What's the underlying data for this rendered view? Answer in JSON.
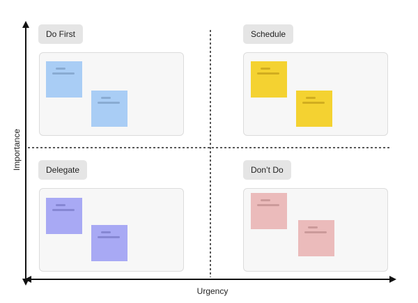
{
  "axes": {
    "x_label": "Urgency",
    "y_label": "Importance"
  },
  "quadrants": [
    {
      "id": "do-first",
      "label": "Do First",
      "note_color": "#a9cdf5",
      "note_line_color": "#6f8fb5"
    },
    {
      "id": "schedule",
      "label": "Schedule",
      "note_color": "#f4d231",
      "note_line_color": "#b48e10"
    },
    {
      "id": "delegate",
      "label": "Delegate",
      "note_color": "#a8a9f4",
      "note_line_color": "#6a6bb8"
    },
    {
      "id": "dont-do",
      "label": "Don’t Do",
      "note_color": "#ebbbbb",
      "note_line_color": "#b07f7f"
    }
  ]
}
